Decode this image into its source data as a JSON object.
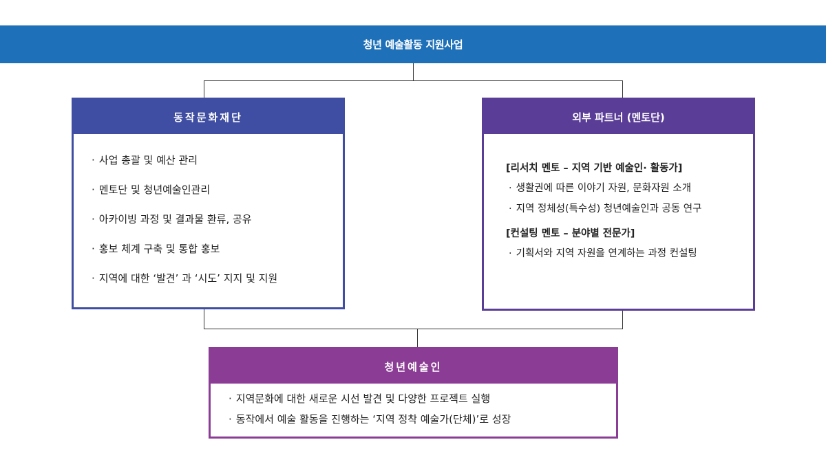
{
  "top": {
    "title": "청년 예술활동 지원사업"
  },
  "left_box": {
    "title": "동작문화재단",
    "items": [
      "사업 총괄 및 예산 관리",
      "멘토단 및 청년예술인관리",
      "아카이빙 과정 및 결과물 환류, 공유",
      "홍보 체계 구축 및 통합 홍보",
      "지역에 대한 ‘발견’ 과 ‘시도’ 지지 및 지원"
    ]
  },
  "right_box": {
    "title": "외부 파트너 (멘토단)",
    "sections": [
      {
        "heading": "[리서치 멘토 – 지역 기반 예술인· 활동가]",
        "items": [
          "생활권에 따른 이야기 자원, 문화자원 소개",
          "지역 정체성(특수성) 청년예술인과 공동 연구"
        ]
      },
      {
        "heading": "[컨설팅 멘토 – 분야별 전문가]",
        "items": [
          "기획서와 지역 자원을 연계하는 과정 컨설팅"
        ]
      }
    ]
  },
  "bottom_box": {
    "title": "청년예술인",
    "items": [
      "지역문화에 대한 새로운 시선 발견 및 다양한 프로젝트 실행",
      "동작에서 예술 활동을 진행하는 ‘지역 정착 예술가(단체)’로 성장"
    ]
  },
  "bullet": "·",
  "colors": {
    "top_bar": "#1e70b9",
    "left_box": "#3f4ea3",
    "right_box": "#5a3d96",
    "bottom_box": "#8b3d95",
    "connector": "#333333"
  }
}
